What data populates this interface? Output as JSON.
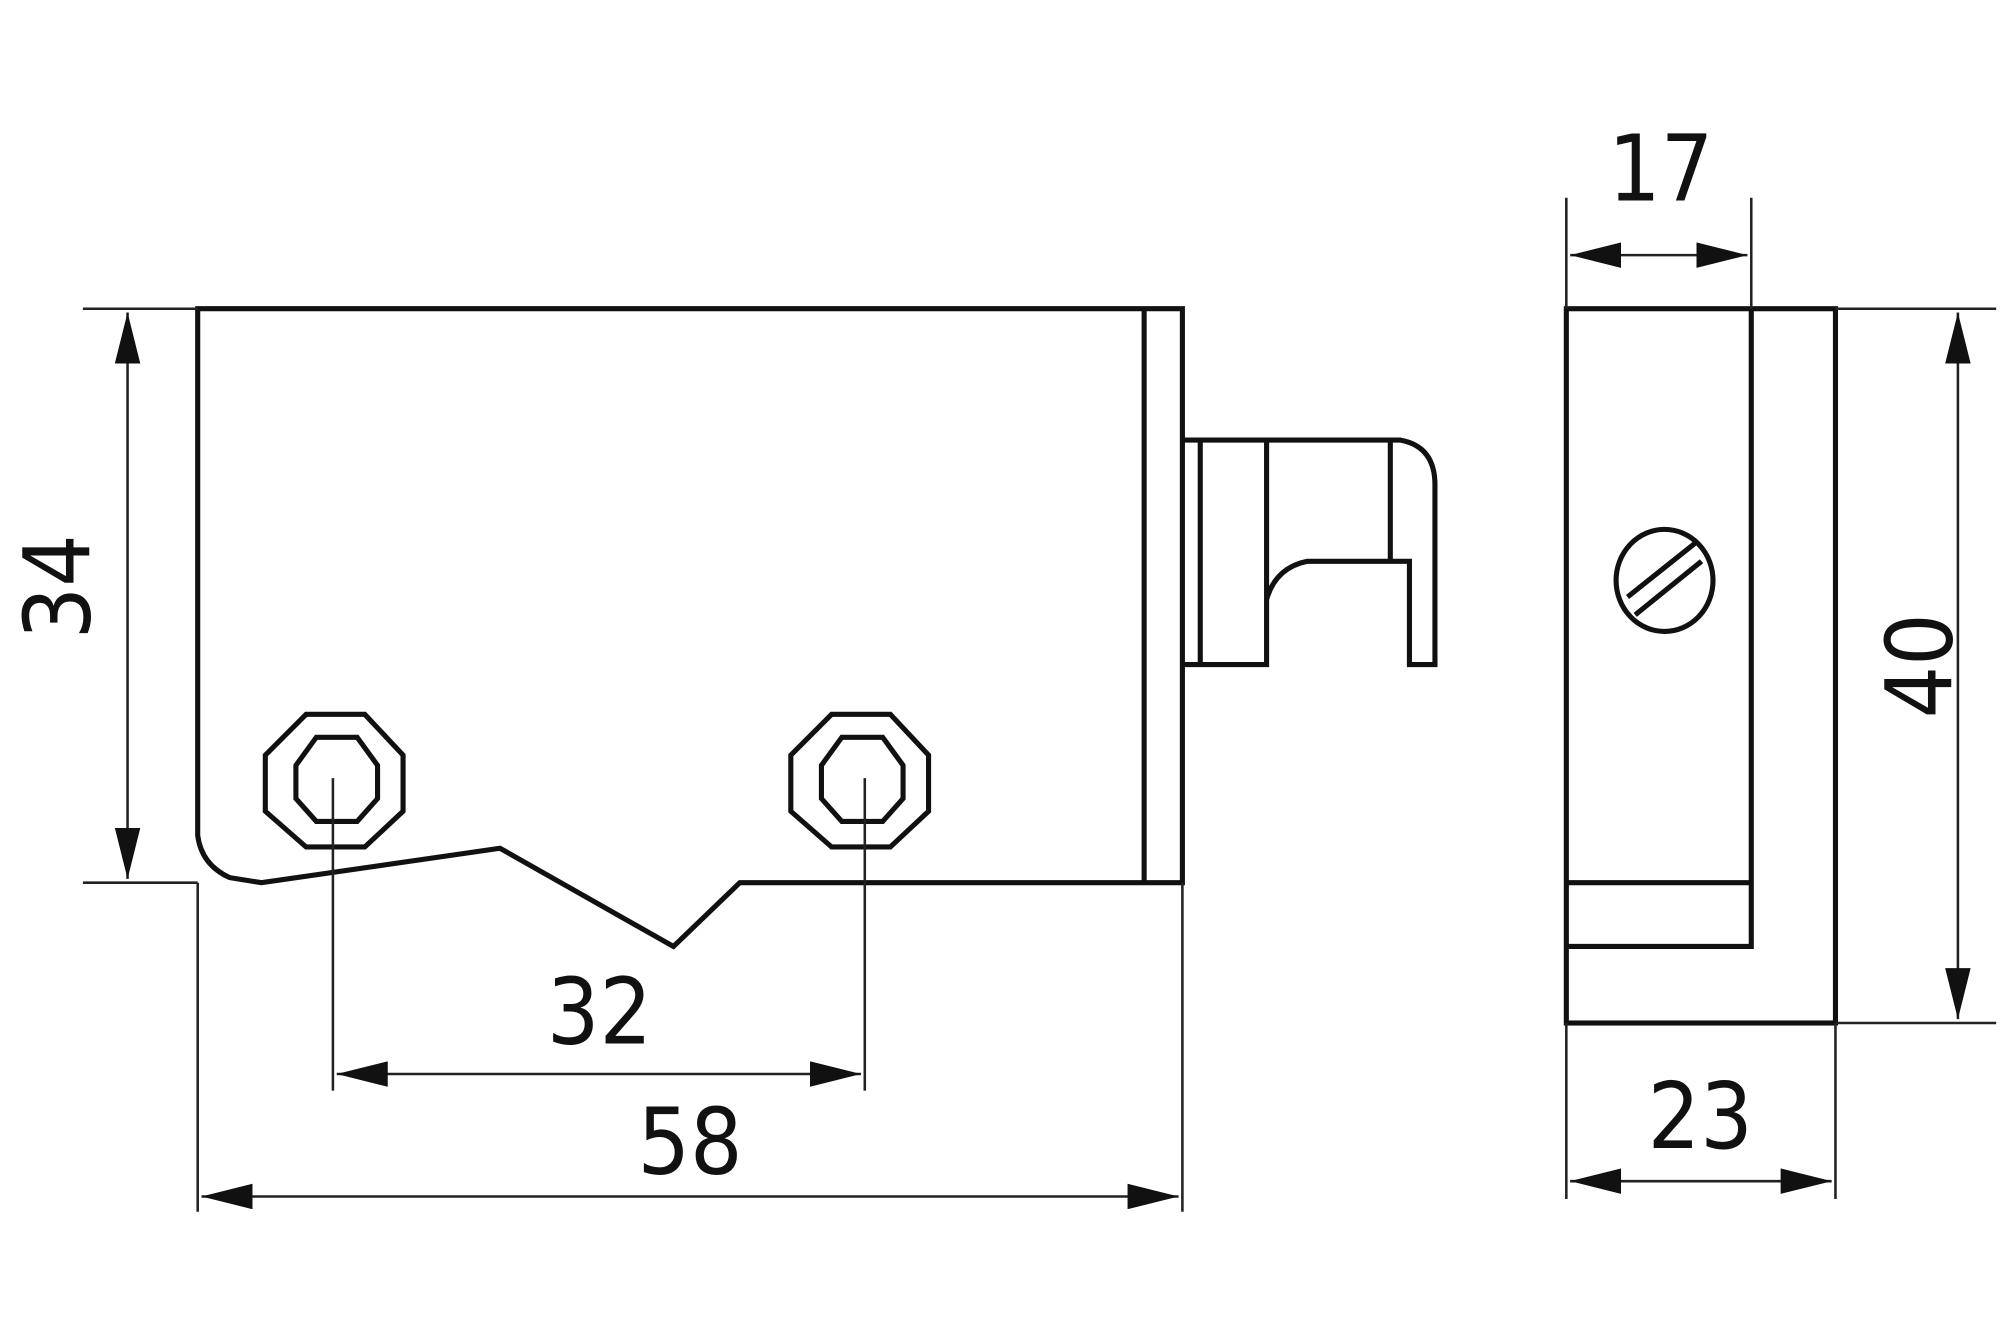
{
  "drawing": {
    "title": "Door latch dimensional drawing",
    "dimensions": {
      "height_front": "34",
      "hole_spacing": "32",
      "length": "58",
      "width_top": "17",
      "height_side": "40",
      "width_bottom": "23"
    },
    "line_color": "#111111",
    "background": "#ffffff"
  }
}
